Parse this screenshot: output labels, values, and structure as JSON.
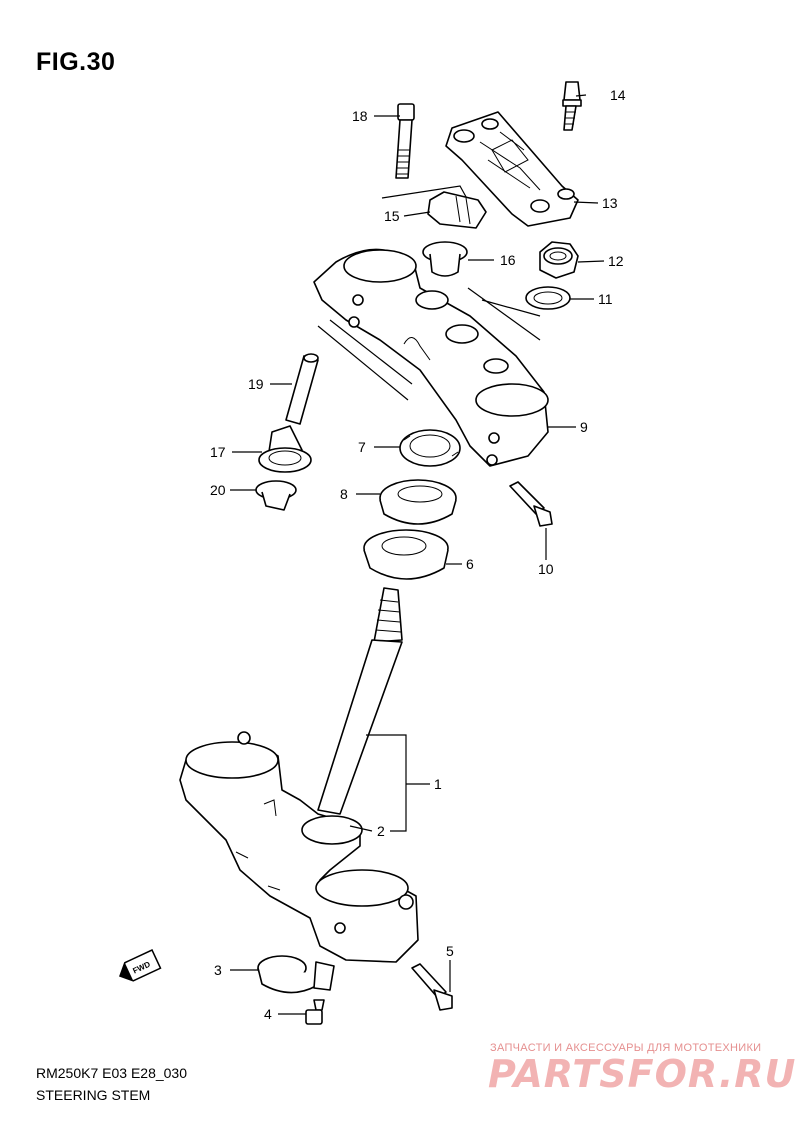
{
  "figure": {
    "title": "FIG.30",
    "model_code": "RM250K7 E03 E28_030",
    "caption": "STEERING STEM"
  },
  "callouts": [
    {
      "id": "c1",
      "label": "1"
    },
    {
      "id": "c2",
      "label": "2"
    },
    {
      "id": "c3",
      "label": "3"
    },
    {
      "id": "c4",
      "label": "4"
    },
    {
      "id": "c5",
      "label": "5"
    },
    {
      "id": "c6",
      "label": "6"
    },
    {
      "id": "c7",
      "label": "7"
    },
    {
      "id": "c8",
      "label": "8"
    },
    {
      "id": "c9",
      "label": "9"
    },
    {
      "id": "c10",
      "label": "10"
    },
    {
      "id": "c11",
      "label": "11"
    },
    {
      "id": "c12",
      "label": "12"
    },
    {
      "id": "c13",
      "label": "13"
    },
    {
      "id": "c14",
      "label": "14"
    },
    {
      "id": "c15",
      "label": "15"
    },
    {
      "id": "c16",
      "label": "16"
    },
    {
      "id": "c17",
      "label": "17"
    },
    {
      "id": "c18",
      "label": "18"
    },
    {
      "id": "c19",
      "label": "19"
    },
    {
      "id": "c20",
      "label": "20"
    }
  ],
  "direction_marker": {
    "label": "FWD",
    "icon": "forward-arrow-icon"
  },
  "watermark": {
    "subtitle": "ЗАПЧАСТИ И АКСЕССУАРЫ ДЛЯ МОТОТЕХНИКИ",
    "logo": "PARTSFOR.RU",
    "color": "#f2b3b3"
  }
}
